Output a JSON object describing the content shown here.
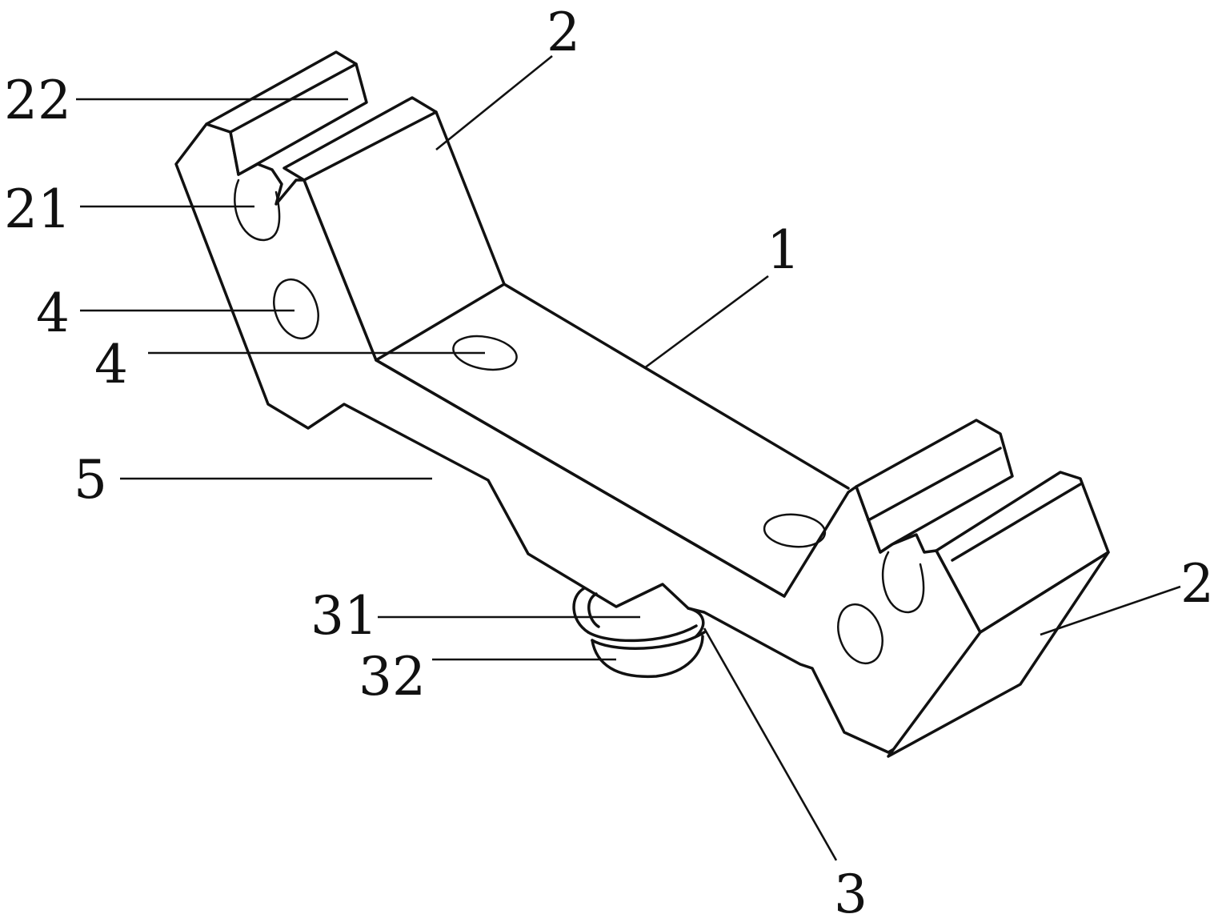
{
  "figure": {
    "labels": {
      "l22": "22",
      "l21": "21",
      "l4a": "4",
      "l4b": "4",
      "l5": "5",
      "l31": "31",
      "l32": "32",
      "l3": "3",
      "l1": "1",
      "l2a": "2",
      "l2b": "2"
    }
  }
}
